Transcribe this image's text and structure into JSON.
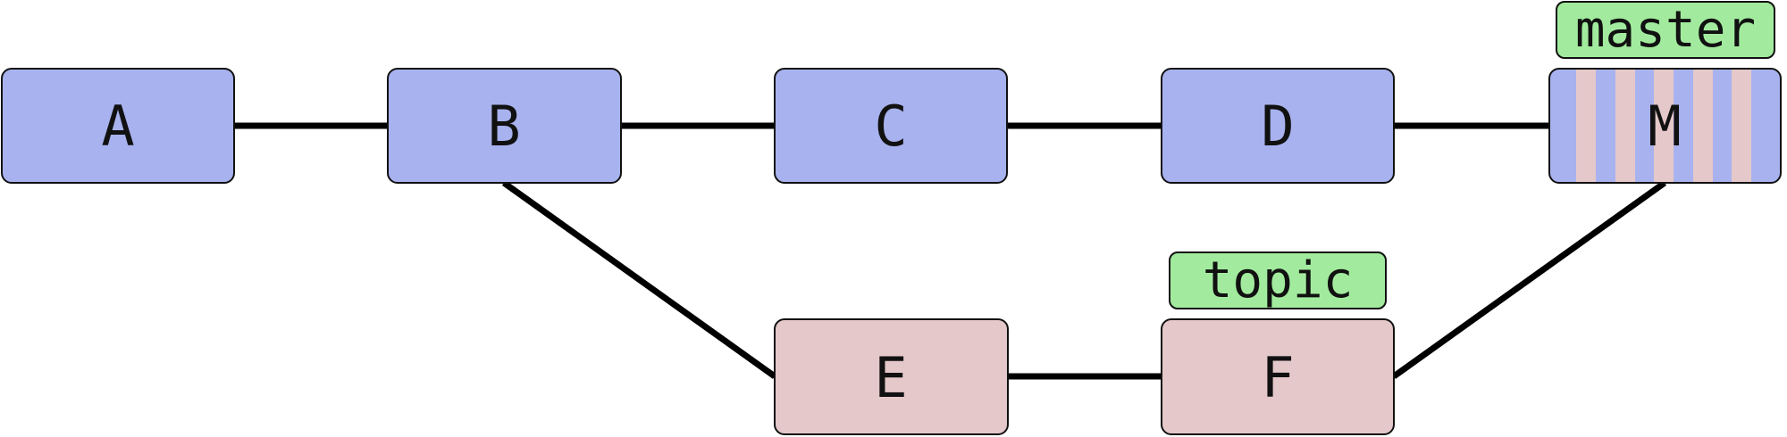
{
  "colors": {
    "master_commit": "#a8b2ee",
    "topic_commit": "#e5c8c9",
    "tag": "#a2eb9e",
    "edge": "#000000",
    "border": "#111111"
  },
  "nodes": {
    "a": {
      "label": "A",
      "color": "master_commit"
    },
    "b": {
      "label": "B",
      "color": "master_commit"
    },
    "c": {
      "label": "C",
      "color": "master_commit"
    },
    "d": {
      "label": "D",
      "color": "master_commit"
    },
    "m": {
      "label": "M",
      "color": "merge_striped"
    },
    "e": {
      "label": "E",
      "color": "topic_commit"
    },
    "f": {
      "label": "F",
      "color": "topic_commit"
    }
  },
  "edges": [
    [
      "a",
      "b"
    ],
    [
      "b",
      "c"
    ],
    [
      "c",
      "d"
    ],
    [
      "d",
      "m"
    ],
    [
      "b",
      "e"
    ],
    [
      "e",
      "f"
    ],
    [
      "f",
      "m"
    ]
  ],
  "branch_tags": {
    "master": {
      "label": "master",
      "points_to": "m"
    },
    "topic": {
      "label": "topic",
      "points_to": "f"
    }
  }
}
